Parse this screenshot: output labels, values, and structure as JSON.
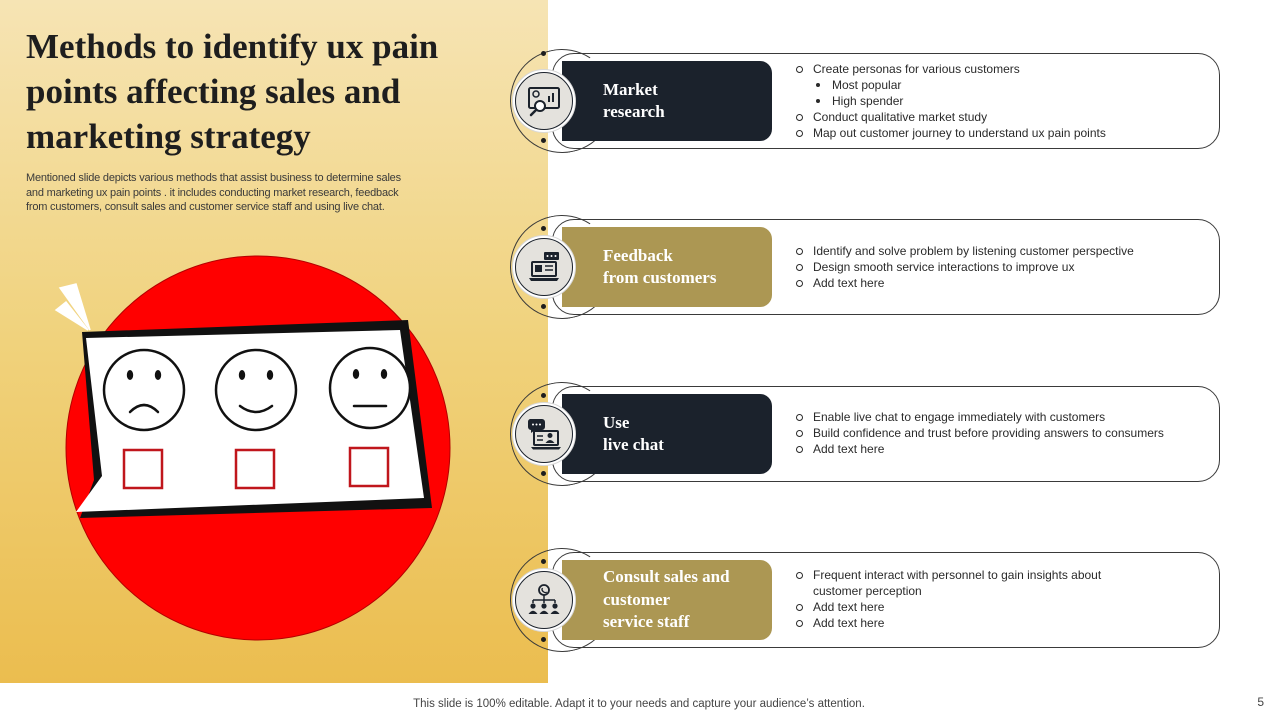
{
  "slide": {
    "title": "Methods to identify ux pain points affecting sales and marketing strategy",
    "description": "Mentioned slide depicts various methods that assist business to determine sales and marketing ux pain points . it includes conducting market research, feedback from customers, consult sales and customer service staff and using live chat.",
    "footer": "This slide is 100% editable. Adapt it to your needs and capture your audience’s attention.",
    "page_number": "5"
  },
  "methods": [
    {
      "label_line1": "Market",
      "label_line2": "research",
      "label_line3": "",
      "icon": "market-research-icon",
      "style": "dark",
      "bullets": [
        {
          "text": "Create personas for various customers",
          "level": 1
        },
        {
          "text": "Most popular",
          "level": 2
        },
        {
          "text": "High spender",
          "level": 2
        },
        {
          "text": "Conduct qualitative market study",
          "level": 1
        },
        {
          "text": "Map out customer journey to understand ux pain points",
          "level": 1
        }
      ]
    },
    {
      "label_line1": "Feedback",
      "label_line2": "from customers",
      "label_line3": "",
      "icon": "feedback-laptop-icon",
      "style": "gold",
      "bullets": [
        {
          "text": "Identify and solve problem by listening customer perspective",
          "level": 1
        },
        {
          "text": "Design smooth service interactions to improve ux",
          "level": 1
        },
        {
          "text": "Add text here",
          "level": 1
        }
      ]
    },
    {
      "label_line1": "Use",
      "label_line2": "live chat",
      "label_line3": "",
      "icon": "live-chat-icon",
      "style": "dark",
      "bullets": [
        {
          "text": "Enable live chat to engage immediately with customers",
          "level": 1
        },
        {
          "text": "Build confidence and trust before providing answers to consumers",
          "level": 1
        },
        {
          "text": "Add text here",
          "level": 1
        }
      ]
    },
    {
      "label_line1": "Consult sales and",
      "label_line2": "customer",
      "label_line3": "service staff",
      "icon": "staff-network-icon",
      "style": "gold",
      "bullets": [
        {
          "text": "Frequent interact with personnel to gain insights about customer perception",
          "level": 1
        },
        {
          "text": "Add text here",
          "level": 1
        },
        {
          "text": "Add text here",
          "level": 1
        }
      ]
    }
  ],
  "colors": {
    "panel_gradient_top": "#f6e4b4",
    "panel_gradient_bottom": "#ebbd4f",
    "dark_label": "#1b222c",
    "gold_label": "#ac9753",
    "circle_red": "#ff0000",
    "checkbox_red": "#c0161c"
  }
}
